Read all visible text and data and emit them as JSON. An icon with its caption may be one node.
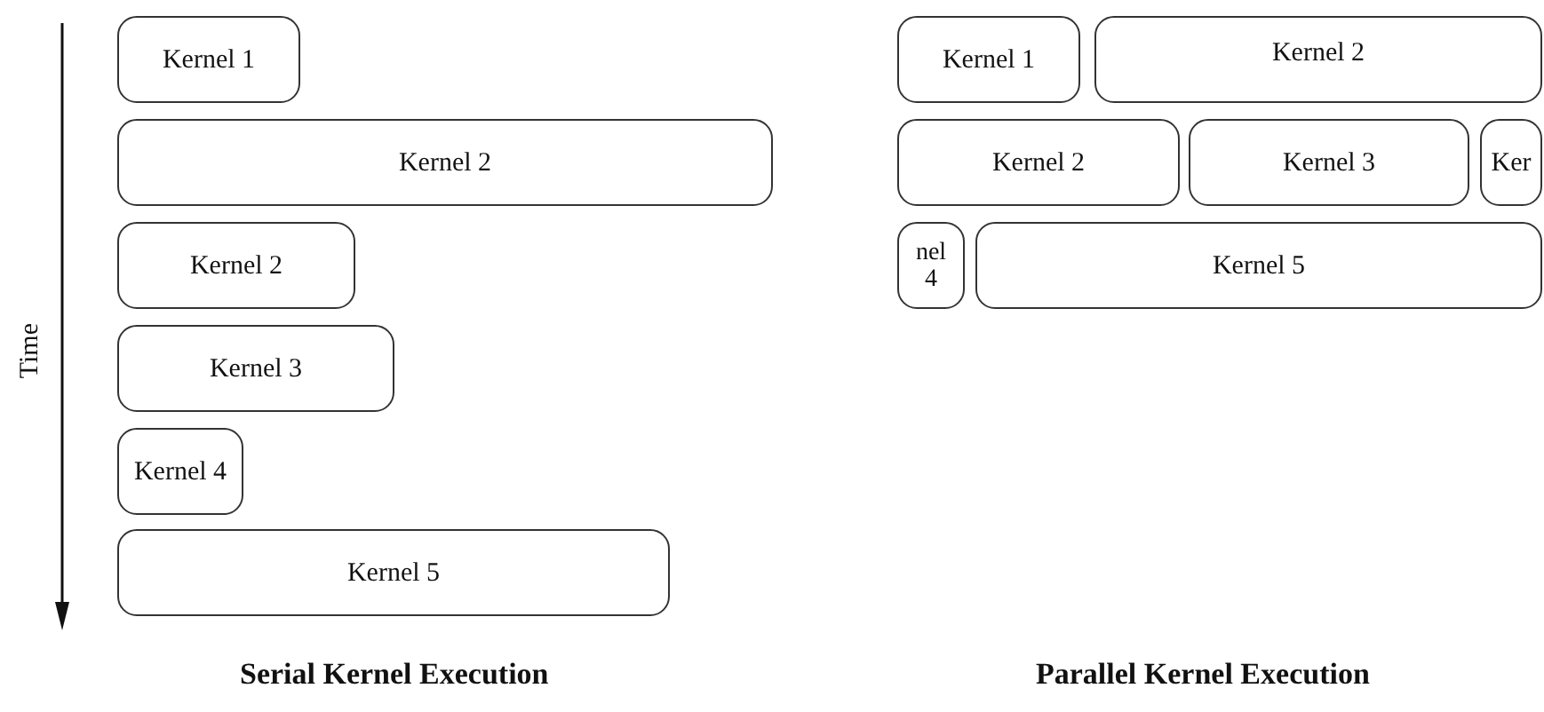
{
  "diagram": {
    "nodes": [
      {
        "text": [
          "Kernel 1"
        ]
      },
      {
        "text": [
          "Kernel 2"
        ]
      },
      {
        "text": [
          "Kernel 2"
        ]
      },
      {
        "text": [
          "Kernel 3"
        ]
      },
      {
        "text": [
          "Kernel 4"
        ]
      },
      {
        "text": [
          "Kernel 5"
        ]
      },
      {
        "text": [
          "Kernel 1"
        ]
      },
      {
        "text": [
          "Kernel 2"
        ]
      },
      {
        "text": [
          "Kernel 2"
        ]
      },
      {
        "text": [
          "Kernel 3"
        ]
      },
      {
        "text": [
          "Ker"
        ]
      },
      {
        "text": [
          "nel 4"
        ]
      },
      {
        "text": [
          "Kernel 5"
        ]
      }
    ],
    "edges": [],
    "labels": [
      "Time",
      "Serial Kernel Execution",
      "Parallel Kernel Execution"
    ]
  }
}
